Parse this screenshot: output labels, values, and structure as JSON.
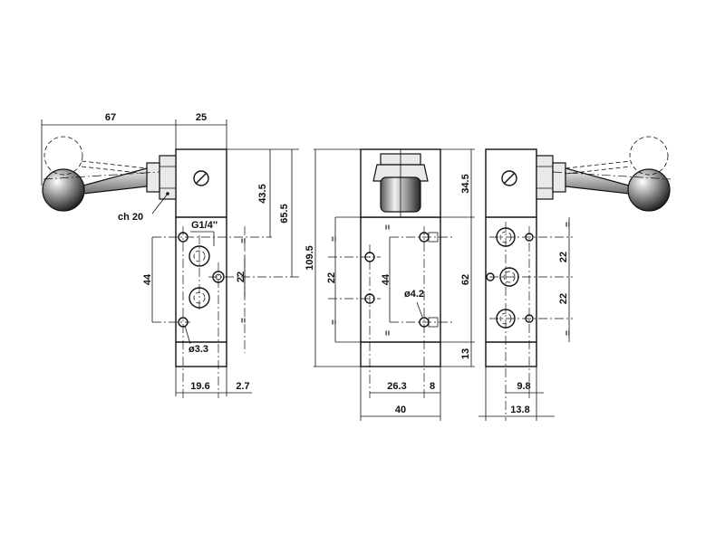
{
  "dimensions": {
    "lever_reach": "67",
    "body_depth": "25",
    "height_to_upper_port": "43.5",
    "height_to_middle_port": "65.5",
    "total_height": "109.5",
    "wrench_size": "ch 20",
    "port_thread": "G1/4''",
    "mount_hole_spacing": "44",
    "port_spacing": "22",
    "mount_hole_diameter": "ø3.3",
    "left_offset": "19.6",
    "right_offset": "2.7",
    "front_left_spacing": "22",
    "front_hole_spacing": "44",
    "front_hole_diameter": "ø4.2",
    "knob_height": "34.5",
    "front_body_height": "62",
    "bottom_height": "13",
    "front_offset": "26.3",
    "front_edge": "8",
    "front_width": "40",
    "right_port_spacing_upper": "22",
    "right_port_spacing_lower": "22",
    "right_offset_small": "9.8",
    "right_offset_large": "13.8",
    "equal_mark": "="
  }
}
